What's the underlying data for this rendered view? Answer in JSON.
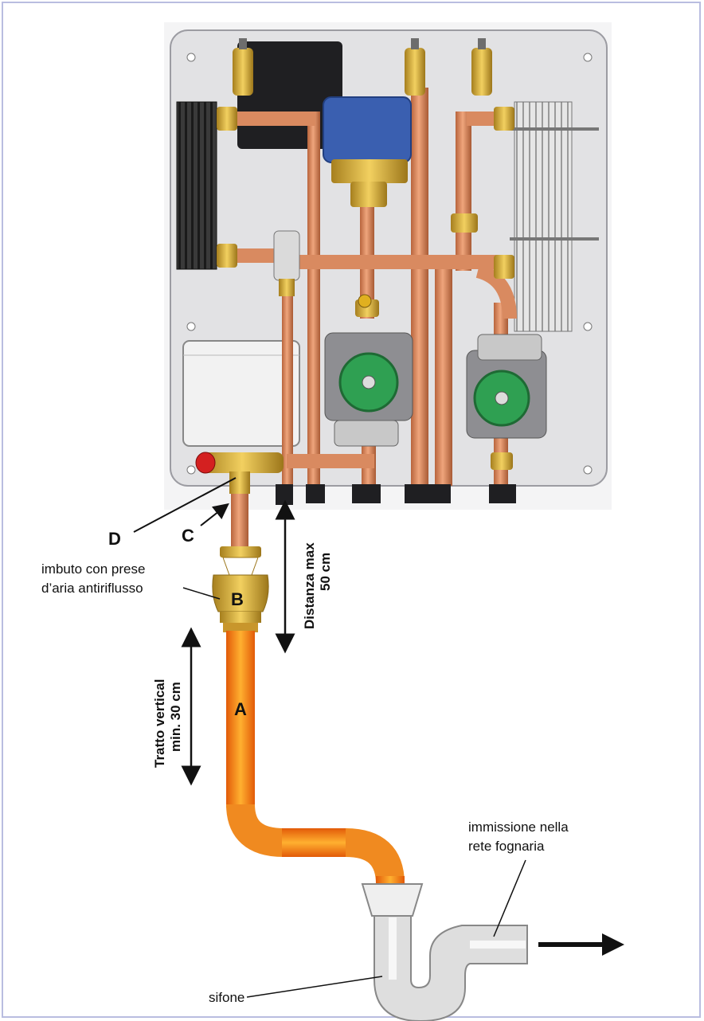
{
  "labels": {
    "d": "D",
    "c": "C",
    "b": "B",
    "a": "A",
    "funnel_line1": "imbuto con prese",
    "funnel_line2": "d’aria antiriflusso",
    "distance_line1": "Distanza max",
    "distance_line2": "50 cm",
    "vertical_line1": "Tratto vertical",
    "vertical_line2": "min. 30 cm",
    "sewer_line1": "immissione nella",
    "sewer_line2": "rete fognaria",
    "siphon": "sifone"
  },
  "colors": {
    "panel": "#e4e4e6",
    "copper": "#d6845a",
    "brass": "#d8b23c",
    "pump_green": "#2fa052",
    "valve_blue": "#3a5fb0",
    "drain_pipe": "#ea6a10",
    "siphon": "#dcdcdc",
    "frame_border": "#b9bde0"
  }
}
